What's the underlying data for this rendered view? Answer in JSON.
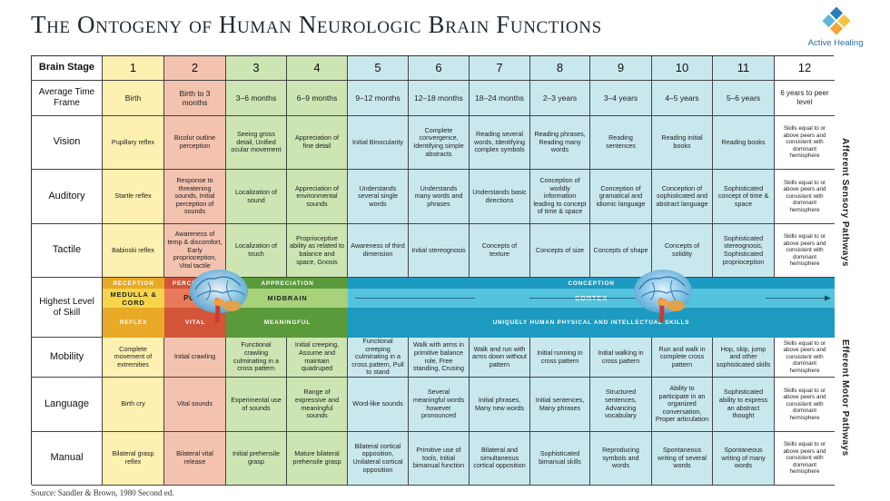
{
  "title": "The Ontogeny of Human Neurologic Brain Functions",
  "logo": {
    "name": "Active Healing",
    "colors": [
      "#f2a33a",
      "#2a7fb8",
      "#5bb7d8",
      "#f5c342"
    ]
  },
  "source": "Source: Sandler & Brown, 1980 Second ed.",
  "side_labels": {
    "afferent": "Afferent Sensory Pathways",
    "efferent": "Efferent Motor Pathways"
  },
  "row_headers": {
    "stage": "Brain Stage",
    "time": "Average Time Frame",
    "vision": "Vision",
    "auditory": "Auditory",
    "tactile": "Tactile",
    "skill": "Highest Level of Skill",
    "mobility": "Mobility",
    "language": "Language",
    "manual": "Manual"
  },
  "stages": [
    "1",
    "2",
    "3",
    "4",
    "5",
    "6",
    "7",
    "8",
    "9",
    "10",
    "11",
    "12"
  ],
  "time_frames": [
    "Birth",
    "Birth to 3 months",
    "3–6 months",
    "6–9 months",
    "9–12 months",
    "12–18 months",
    "18–24 months",
    "2–3 years",
    "3–4 years",
    "4–5 years",
    "5–6 years",
    "6 years to peer level"
  ],
  "vision": [
    "Pupillary reflex",
    "Bicolur outline perception",
    "Seeing gross detail, Unified ocular movement",
    "Appreciation of fine detail",
    "Initial Binocularity",
    "Complete convergence, Identifying simple abstracts",
    "Reading several words, Identifying complex symbols",
    "Reading phrases, Reading many words",
    "Reading sentences",
    "Reading initial books",
    "Reading books",
    "Skills equal to or above peers and consistent with dominant hemisphere"
  ],
  "auditory": [
    "Startle reflex",
    "Response to threatening sounds, Initial perception of sounds",
    "Localization of sound",
    "Appreciation of environmental sounds",
    "Understands several single words",
    "Understands many words and phrases",
    "Understands basic directions",
    "Conception of worldly information leading to concept of time & space",
    "Conception of gramatical and idiomic language",
    "Conception of sophisticated and abstract language",
    "Sophisticated concept of time & space",
    "Skills equal to or above peers and consistent with dominant hemisphere"
  ],
  "tactile": [
    "Babinski reflex",
    "Awareness of temp & discomfort, Early proprioception, Vital tactile",
    "Localization of touch",
    "Proprioceptive ability as related to balance and space, Gnosis",
    "Awareness of third dimension",
    "Initial stereognosis",
    "Concepts of texture",
    "Concepts of size",
    "Concepts of shape",
    "Concepts of solidity",
    "Sophisticated stereognosis, Sophisticated proprioception",
    "Skills equal to or above peers and consistent with dominant hemisphere"
  ],
  "skill": {
    "reception": "RECEPTION",
    "medulla": "MEDULLA & CORD",
    "reflex": "REFLEX",
    "perception": "PERCEPTION",
    "pons": "PONS",
    "vital": "VITAL",
    "appreciation": "APPRECIATION",
    "midbrain": "MIDBRAIN",
    "meaningful": "MEANINGFUL",
    "conception": "CONCEPTION",
    "cortex": "CORTEX",
    "uniquely": "UNIQUELY HUMAN PHYSICAL AND INTELLECTUAL SKILLS"
  },
  "mobility": [
    "Complete movement of extremities",
    "Initial crawling",
    "Functional crawling culminating in a cross pattern",
    "Initial creeping, Assume and maintain quadruped",
    "Functional creeping culminating in a cross pattern, Pull to stand",
    "Walk with arms in primitive balance role, Free standing, Crusing",
    "Walk and run with arms down without pattern",
    "Initial running in cross pattern",
    "Initial walking in cross pattern",
    "Run and walk in complete cross pattern",
    "Hop, skip, jump and other sophisticated skills",
    "Skills equal to or above peers and consistent with dominant hemisphere"
  ],
  "language": [
    "Birth cry",
    "Vital sounds",
    "Experimental use of sounds",
    "Range of expressive and meaningful sounds",
    "Word-like sounds",
    "Several meaningful words however pronounced",
    "Initial phrases, Many new words",
    "Initial sentences, Many phrases",
    "Structured sentences, Advancing vocabulary",
    "Ability to participate in an organized conversation, Proper articulation",
    "Sophisticated ability to express an abstract thought",
    "Skills equal to or above peers and consistent with dominant hemisphere"
  ],
  "manual": [
    "Bilateral grasp reflex",
    "Bilateral vital release",
    "Initial prehensile grasp",
    "Mature bilateral prehensile grasp",
    "Bilateral cortical opposition, Unilateral cortical opposition",
    "Primitive use of tools, Initial bimanual function",
    "Bilateral and simultaneous cortical opposition",
    "Sophisticated bimanual skills",
    "Reproducing symbols and words",
    "Spontaneous writing of several words",
    "Spontaneous writing of many words",
    "Skills equal to or above peers and consistent with dominant hemisphere"
  ]
}
